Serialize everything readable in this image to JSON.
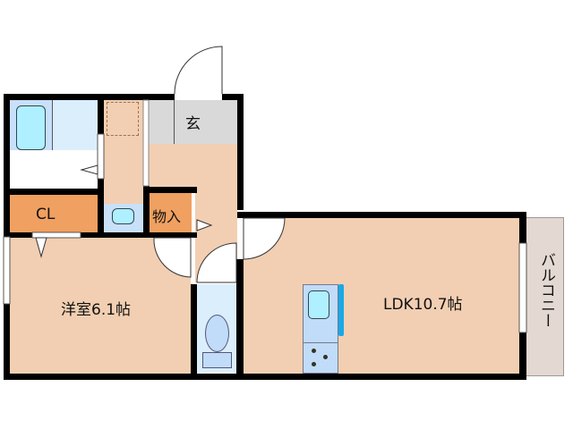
{
  "floorplan": {
    "rooms": {
      "entrance": {
        "label": "玄"
      },
      "closet": {
        "label": "CL"
      },
      "storage": {
        "label": "物入"
      },
      "western_room": {
        "label": "洋室6.1帖"
      },
      "ldk": {
        "label": "LDK10.7帖"
      },
      "balcony": {
        "label": "バルコニー"
      }
    },
    "colors": {
      "wall": "#000000",
      "floor": "#f2cfb2",
      "entrance": "#d9d9d9",
      "closet": "#f0a060",
      "bath": "#c8e0f8",
      "bathtub": "#aef0ff",
      "balcony": "#e3d8d2",
      "kitchen": "#c0dcf8"
    }
  }
}
